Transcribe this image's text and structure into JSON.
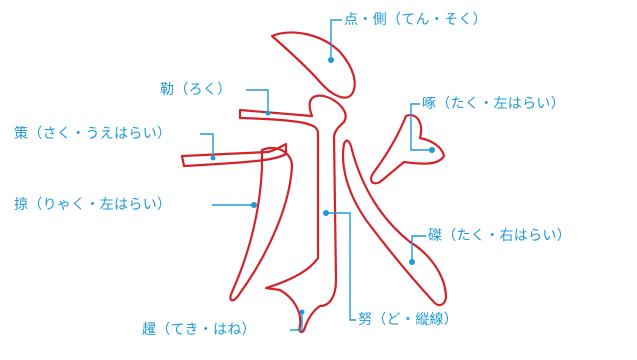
{
  "diagram": {
    "character": "永",
    "colors": {
      "stroke_outline": "#d2232a",
      "annotation": "#1e9bd7",
      "background": "#ffffff"
    },
    "labels": {
      "ten": "点・側（てん・そく）",
      "roku": "勒（ろく）",
      "saku": "策（さく・うえはらい）",
      "ryaku": "掠（りゃく・左はらい）",
      "teki": "趯（てき・はね）",
      "do": "努（ど・縦線）",
      "taku_short": "啄（たく・左はらい）",
      "taku_long": "磔（たく・右はらい）"
    }
  }
}
